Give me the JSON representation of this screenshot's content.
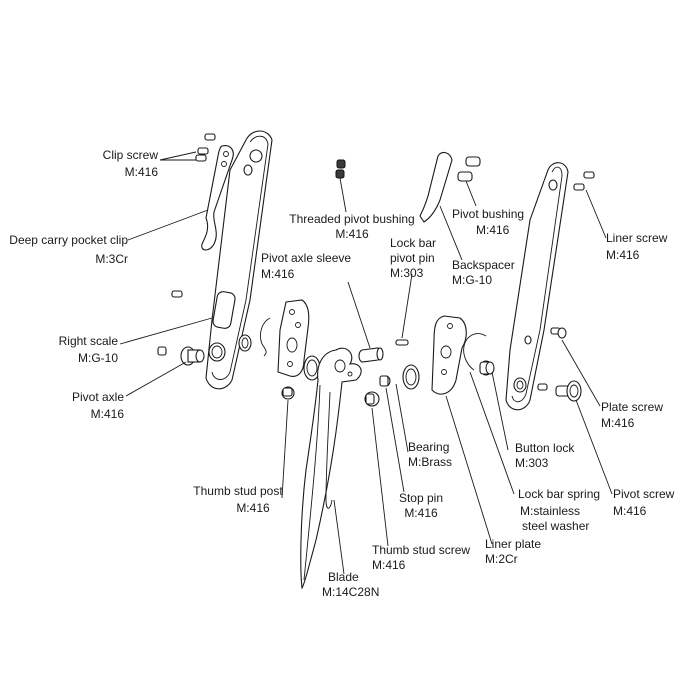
{
  "labels": {
    "clip_screw": {
      "name": "Clip screw",
      "material": "M:416"
    },
    "deep_carry_clip": {
      "name": "Deep carry pocket clip",
      "material": "M:3Cr"
    },
    "right_scale": {
      "name": "Right scale",
      "material": "M:G-10"
    },
    "pivot_axle": {
      "name": "Pivot axle",
      "material": "M:416"
    },
    "threaded_pivot_bushing": {
      "name": "Threaded pivot bushing",
      "material": "M:416"
    },
    "pivot_axle_sleeve": {
      "name": "Pivot axle sleeve",
      "material": "M:416"
    },
    "lock_bar_pivot_pin": {
      "name_line1": "Lock bar",
      "name_line2": "pivot pin",
      "material": "M:303"
    },
    "pivot_bushing": {
      "name": "Pivot bushing",
      "material": "M:416"
    },
    "backspacer": {
      "name": "Backspacer",
      "material": "M:G-10"
    },
    "liner_screw": {
      "name": "Liner screw",
      "material": "M:416"
    },
    "plate_screw": {
      "name": "Plate screw",
      "material": "M:416"
    },
    "bearing": {
      "name": "Bearing",
      "material": "M:Brass"
    },
    "button_lock": {
      "name": "Button lock",
      "material": "M:303"
    },
    "thumb_stud_post": {
      "name": "Thumb stud post",
      "material": "M:416"
    },
    "stop_pin": {
      "name": "Stop pin",
      "material": "M:416"
    },
    "lock_bar_spring": {
      "name": "Lock bar spring",
      "material_line1": "M:stainless",
      "material_line2": "steel washer"
    },
    "pivot_screw": {
      "name": "Pivot screw",
      "material": "M:416"
    },
    "thumb_stud_screw": {
      "name": "Thumb stud screw",
      "material": "M:416"
    },
    "liner_plate": {
      "name": "Liner plate",
      "material": "M:2Cr"
    },
    "blade": {
      "name": "Blade",
      "material": "M:14C28N"
    }
  },
  "colors": {
    "line": "#1a1a1a",
    "background": "#ffffff",
    "dark_part": "#3a3a3a"
  }
}
